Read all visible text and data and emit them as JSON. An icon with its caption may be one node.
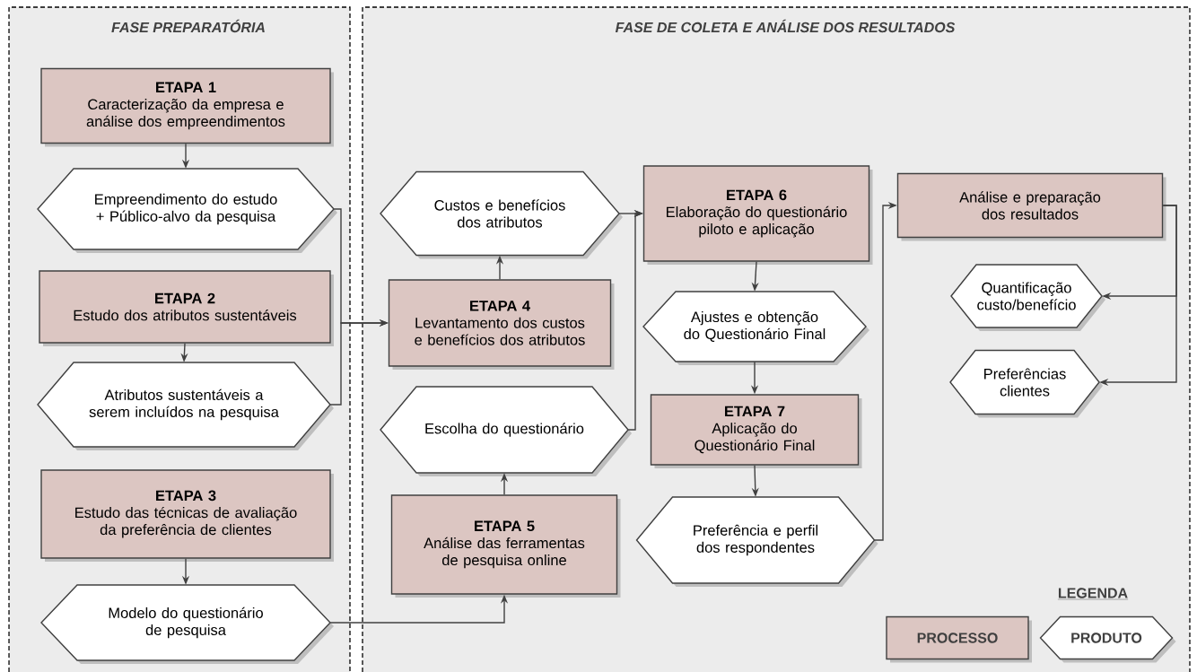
{
  "diagram": {
    "nodes": [
      {
        "text": [
          "FASE PREPARATÓRIA"
        ]
      },
      {
        "text": [
          "FASE DE COLETA E ANÁLISE DOS RESULTADOS"
        ]
      },
      {
        "text": [
          "ETAPA 1",
          "Caracterização da empresa e análise dos empreendimentos"
        ],
        "in": 0
      },
      {
        "text": [
          "Empreendimento do estudo + Público-alvo da pesquisa"
        ],
        "in": 0
      },
      {
        "text": [
          "ETAPA 2",
          "Estudo dos atributos sustentáveis"
        ],
        "in": 0
      },
      {
        "text": [
          "Atributos sustentáveis a serem incluídos na pesquisa"
        ],
        "in": 0
      },
      {
        "text": [
          "ETAPA 3",
          "Estudo das técnicas de avaliação da preferência de clientes"
        ],
        "in": 0
      },
      {
        "text": [
          "Modelo do questionário de pesquisa"
        ],
        "in": 0
      },
      {
        "text": [
          "Custos e benefícios dos atributos"
        ],
        "in": 1
      },
      {
        "text": [
          "ETAPA 4",
          "Levantamento dos custos e benefícios dos atributos"
        ],
        "in": 1
      },
      {
        "text": [
          "Escolha do questionário"
        ],
        "in": 1
      },
      {
        "text": [
          "ETAPA 5",
          "Análise das ferramentas de pesquisa online"
        ],
        "in": 1
      },
      {
        "text": [
          "ETAPA 6",
          "Elaboração do questionário piloto e aplicação"
        ],
        "in": 1
      },
      {
        "text": [
          "Ajustes e obtenção do Questionário Final"
        ],
        "in": 1
      },
      {
        "text": [
          "ETAPA 7",
          "Aplicação do Questionário Final"
        ],
        "in": 1
      },
      {
        "text": [
          "Preferência e perfil dos respondentes"
        ],
        "in": 1
      },
      {
        "text": [
          "Análise e preparação dos resultados"
        ],
        "in": 1
      },
      {
        "text": [
          "Quantificação custo/benefício"
        ],
        "in": 1
      },
      {
        "text": [
          "Preferências clientes"
        ],
        "in": 1
      }
    ],
    "edges": [
      {
        "from": 2,
        "to": 3,
        "arrow": "to"
      },
      {
        "from": 3,
        "to": 9,
        "arrow": "to"
      },
      {
        "from": 4,
        "to": 5,
        "arrow": "to"
      },
      {
        "from": 5,
        "to": 9,
        "arrow": "to"
      },
      {
        "from": 6,
        "to": 7,
        "arrow": "to"
      },
      {
        "from": 7,
        "to": 11,
        "arrow": "to"
      },
      {
        "from": 9,
        "to": 8,
        "arrow": "to"
      },
      {
        "from": 11,
        "to": 10,
        "arrow": "to"
      },
      {
        "from": 8,
        "to": 12,
        "arrow": "to"
      },
      {
        "from": 10,
        "to": 12,
        "arrow": "to"
      },
      {
        "from": 12,
        "to": 13,
        "arrow": "to"
      },
      {
        "from": 13,
        "to": 14,
        "arrow": "to"
      },
      {
        "from": 14,
        "to": 15,
        "arrow": "to"
      },
      {
        "from": 15,
        "to": 16,
        "arrow": "to"
      },
      {
        "from": 16,
        "to": 17,
        "arrow": "to"
      },
      {
        "from": 16,
        "to": 18,
        "arrow": "to"
      }
    ],
    "labels": [
      "LEGENDA"
    ],
    "legend": [
      {
        "text": "PROCESSO",
        "color": "#dcc6c2"
      },
      {
        "text": "PRODUTO",
        "color": "#ffffff"
      }
    ]
  }
}
